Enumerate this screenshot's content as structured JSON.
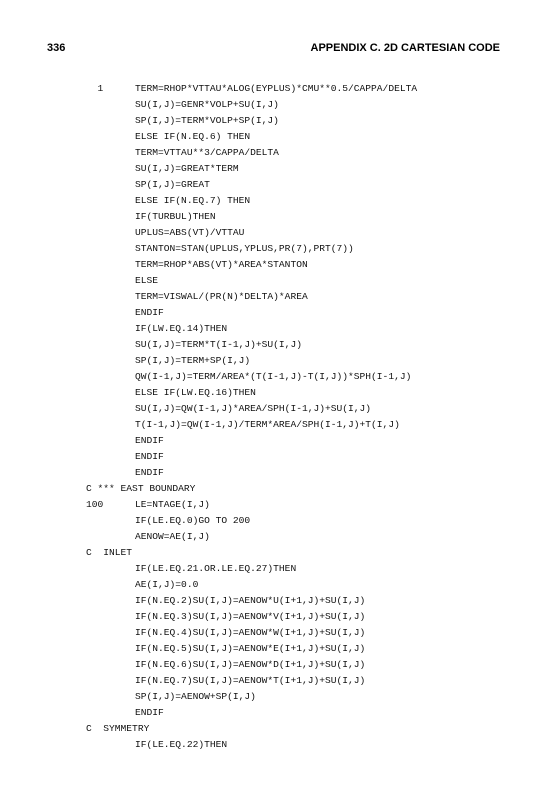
{
  "header": {
    "page_number": "336",
    "running_title": "APPENDIX C.  2D CARTESIAN CODE"
  },
  "code_lines": [
    {
      "label": "  1",
      "text": "TERM=RHOP*VTTAU*ALOG(EYPLUS)*CMU**0.5/CAPPA/DELTA"
    },
    {
      "label": "",
      "text": "SU(I,J)=GENR*VOLP+SU(I,J)"
    },
    {
      "label": "",
      "text": "SP(I,J)=TERM*VOLP+SP(I,J)"
    },
    {
      "label": "",
      "text": "ELSE IF(N.EQ.6) THEN"
    },
    {
      "label": "",
      "text": "TERM=VTTAU**3/CAPPA/DELTA"
    },
    {
      "label": "",
      "text": "SU(I,J)=GREAT*TERM"
    },
    {
      "label": "",
      "text": "SP(I,J)=GREAT"
    },
    {
      "label": "",
      "text": "ELSE IF(N.EQ.7) THEN"
    },
    {
      "label": "",
      "text": "IF(TURBUL)THEN"
    },
    {
      "label": "",
      "text": "UPLUS=ABS(VT)/VTTAU"
    },
    {
      "label": "",
      "text": "STANTON=STAN(UPLUS,YPLUS,PR(7),PRT(7))"
    },
    {
      "label": "",
      "text": "TERM=RHOP*ABS(VT)*AREA*STANTON"
    },
    {
      "label": "",
      "text": "ELSE"
    },
    {
      "label": "",
      "text": "TERM=VISWAL/(PR(N)*DELTA)*AREA"
    },
    {
      "label": "",
      "text": "ENDIF"
    },
    {
      "label": "",
      "text": "IF(LW.EQ.14)THEN"
    },
    {
      "label": "",
      "text": "SU(I,J)=TERM*T(I-1,J)+SU(I,J)"
    },
    {
      "label": "",
      "text": "SP(I,J)=TERM+SP(I,J)"
    },
    {
      "label": "",
      "text": "QW(I-1,J)=TERM/AREA*(T(I-1,J)-T(I,J))*SPH(I-1,J)"
    },
    {
      "label": "",
      "text": "ELSE IF(LW.EQ.16)THEN"
    },
    {
      "label": "",
      "text": "SU(I,J)=QW(I-1,J)*AREA/SPH(I-1,J)+SU(I,J)"
    },
    {
      "label": "",
      "text": "T(I-1,J)=QW(I-1,J)/TERM*AREA/SPH(I-1,J)+T(I,J)"
    },
    {
      "label": "",
      "text": "ENDIF"
    },
    {
      "label": "",
      "text": "ENDIF"
    },
    {
      "label": "",
      "text": "ENDIF"
    },
    {
      "label": "C *** EAST BOUNDARY",
      "text": ""
    },
    {
      "label": "100",
      "text": "LE=NTAGE(I,J)"
    },
    {
      "label": "",
      "text": "IF(LE.EQ.0)GO TO 200"
    },
    {
      "label": "",
      "text": "AENOW=AE(I,J)"
    },
    {
      "label": "C  INLET",
      "text": ""
    },
    {
      "label": "",
      "text": "IF(LE.EQ.21.OR.LE.EQ.27)THEN"
    },
    {
      "label": "",
      "text": "AE(I,J)=0.0"
    },
    {
      "label": "",
      "text": "IF(N.EQ.2)SU(I,J)=AENOW*U(I+1,J)+SU(I,J)"
    },
    {
      "label": "",
      "text": "IF(N.EQ.3)SU(I,J)=AENOW*V(I+1,J)+SU(I,J)"
    },
    {
      "label": "",
      "text": "IF(N.EQ.4)SU(I,J)=AENOW*W(I+1,J)+SU(I,J)"
    },
    {
      "label": "",
      "text": "IF(N.EQ.5)SU(I,J)=AENOW*E(I+1,J)+SU(I,J)"
    },
    {
      "label": "",
      "text": "IF(N.EQ.6)SU(I,J)=AENOW*D(I+1,J)+SU(I,J)"
    },
    {
      "label": "",
      "text": "IF(N.EQ.7)SU(I,J)=AENOW*T(I+1,J)+SU(I,J)"
    },
    {
      "label": "",
      "text": "SP(I,J)=AENOW+SP(I,J)"
    },
    {
      "label": "",
      "text": "ENDIF"
    },
    {
      "label": "C  SYMMETRY",
      "text": ""
    },
    {
      "label": "",
      "text": "IF(LE.EQ.22)THEN"
    }
  ]
}
